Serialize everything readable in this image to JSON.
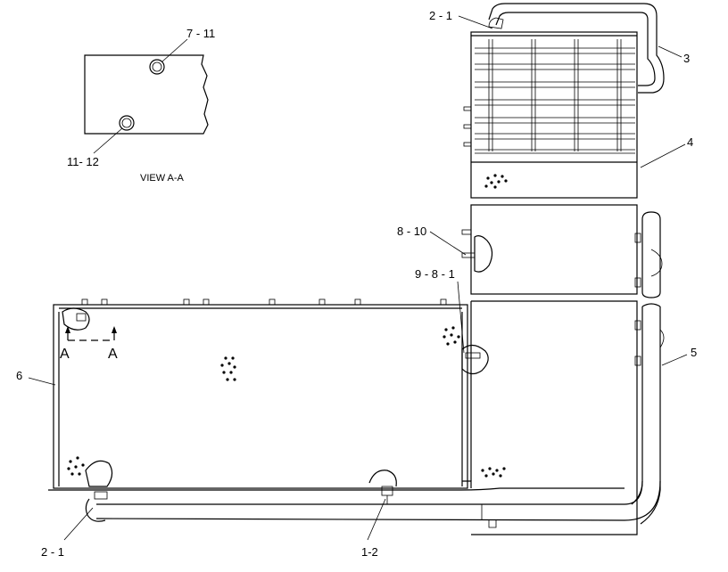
{
  "view": {
    "title": "VIEW  A-A",
    "callouts": [
      "7 - 11",
      "11- 12"
    ]
  },
  "callouts": {
    "c_2_1_top": "2 - 1",
    "c_3": "3",
    "c_4": "4",
    "c_8_10": "8 - 10",
    "c_9_8_1": "9 - 8 - 1",
    "c_5": "5",
    "c_6": "6",
    "c_2_1_bottom": "2 - 1",
    "c_1_2": "1-2"
  },
  "section_marks": [
    "A",
    "A"
  ]
}
